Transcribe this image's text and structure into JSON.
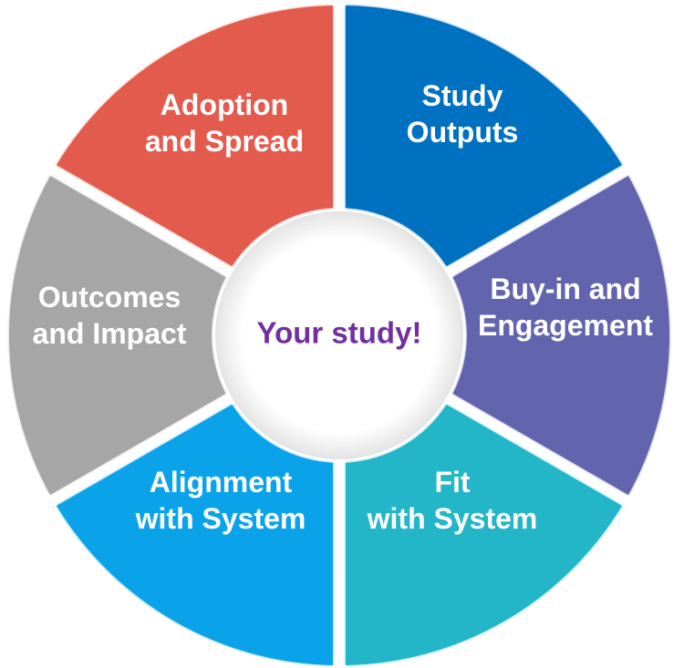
{
  "center": {
    "label": "Your study!",
    "color": "#7030a0"
  },
  "segments": [
    {
      "id": "study-outputs",
      "lines": [
        "Study",
        "Outputs"
      ],
      "color": "#0070c0",
      "color_light": "#2a8ad8"
    },
    {
      "id": "buy-in-engagement",
      "lines": [
        "Buy-in and",
        "Engagement"
      ],
      "color": "#6264ae",
      "color_light": "#7b7dc2"
    },
    {
      "id": "fit-with-system",
      "lines": [
        "Fit",
        "with System"
      ],
      "color": "#23b5c8",
      "color_light": "#4cc9d8"
    },
    {
      "id": "alignment-with-system",
      "lines": [
        "Alignment",
        "with System"
      ],
      "color": "#0aa3ea",
      "color_light": "#3cbaf2"
    },
    {
      "id": "outcomes-and-impact",
      "lines": [
        "Outcomes",
        "and Impact"
      ],
      "color": "#a6a6a6",
      "color_light": "#bdbdbd"
    },
    {
      "id": "adoption-and-spread",
      "lines": [
        "Adoption",
        "and Spread"
      ],
      "color": "#e35b4d",
      "color_light": "#ee7a6e"
    }
  ]
}
